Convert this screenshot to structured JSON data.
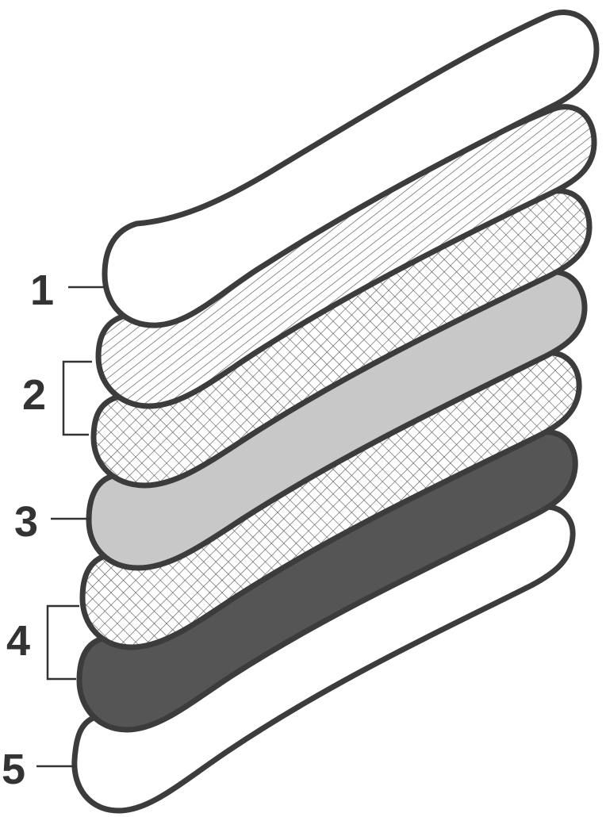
{
  "labels": {
    "layer_1": "1",
    "layer_2": "2",
    "layer_3": "3",
    "layer_4": "4",
    "layer_5": "5"
  },
  "colors": {
    "outline": "#3c3c3c",
    "layer_1_fill": "#ffffff",
    "layer_2_stripe_fill": "#ffffff",
    "layer_2_stripe_lines": "#555555",
    "layer_2_crosshatch_lines": "#555555",
    "layer_3_fill": "#c8c8c8",
    "layer_4_crosshatch_lines": "#555555",
    "layer_4_dark_fill": "#555555",
    "layer_5_fill": "#ffffff",
    "label_text": "#333333"
  },
  "patterns": {
    "layer_1": "solid-white",
    "layer_2": [
      "diagonal-lines",
      "crosshatch"
    ],
    "layer_3": "solid-light-gray",
    "layer_4": [
      "crosshatch",
      "solid-dark-gray"
    ],
    "layer_5": "solid-white"
  }
}
